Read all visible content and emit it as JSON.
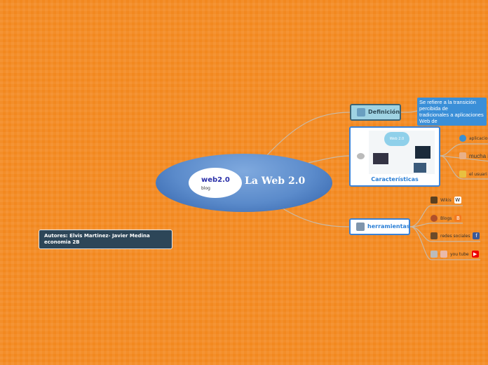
{
  "central": {
    "title": "La Web 2.0",
    "logo_word": "web2.0",
    "logo_sub": "blog"
  },
  "definicion": {
    "label": "Definición",
    "note_lines": [
      "Se refiere a la transición percibida de",
      "tradicionales a aplicaciones Web de"
    ]
  },
  "caracteristicas": {
    "label": "Características",
    "image_text": "Web 2.0",
    "items": [
      "aplicacion",
      "mucha in",
      "el usuari"
    ]
  },
  "herramientas": {
    "label": "herramientas",
    "items": [
      "Wikis",
      "Blogs",
      "redes sociales",
      "you tube"
    ]
  },
  "authors": {
    "line1": "Autores: Elvis Martinez- Javier Medina",
    "line2": "economia 2B"
  },
  "colors": {
    "background": "#f2881f",
    "central": "#5b8bcb",
    "accent": "#2a7fd6",
    "author_box": "#2d4658"
  }
}
